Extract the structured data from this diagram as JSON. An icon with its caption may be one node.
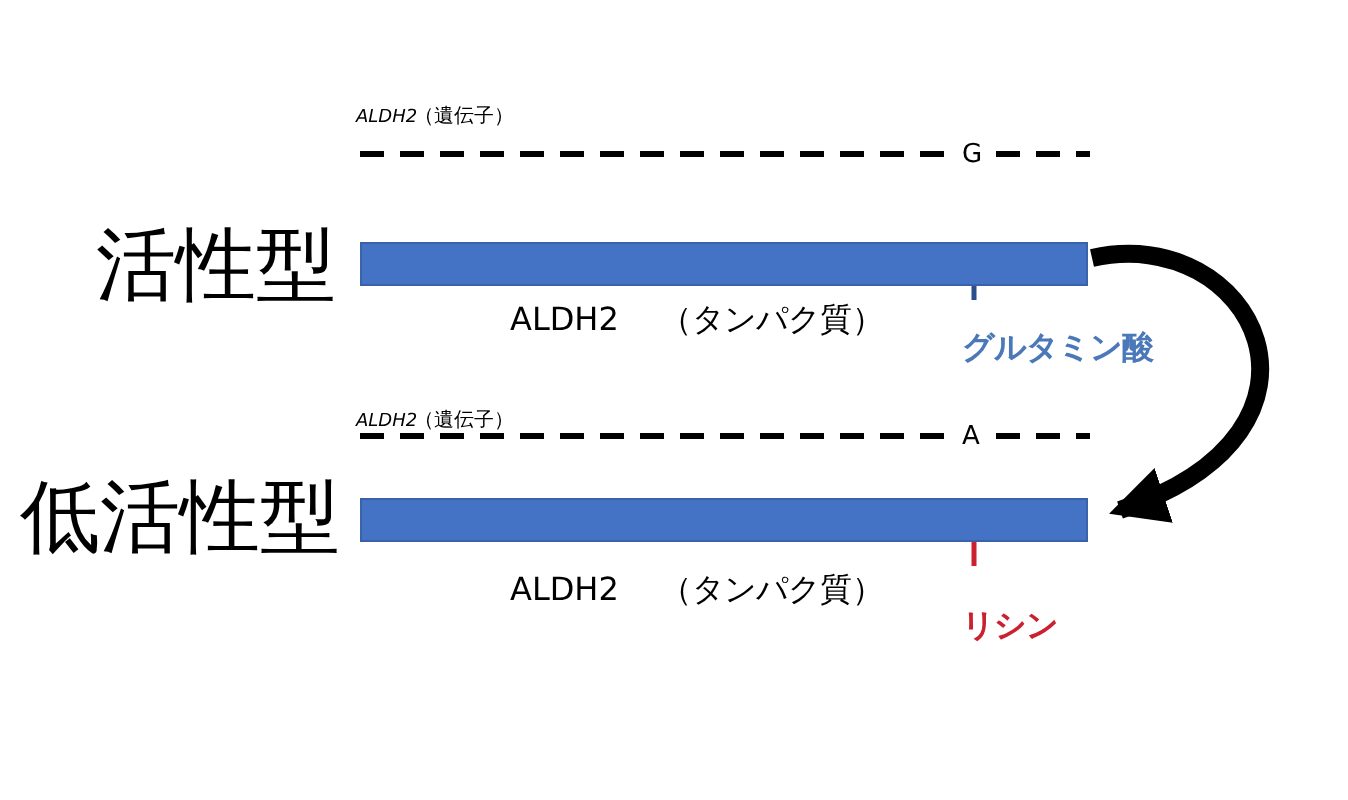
{
  "diagram": {
    "nodes": [
      {
        "text": [],
        "shape": "bar"
      },
      {
        "text": [],
        "shape": "bar"
      }
    ],
    "edges": [
      {
        "from": 0,
        "to": 1,
        "arrow": "to"
      }
    ],
    "labels": [
      "ALDH2",
      "（遺伝子）",
      "G",
      "活性型",
      "ALDH2",
      "（タンパク質）",
      "グルタミン酸",
      "ALDH2",
      "（遺伝子）",
      "A",
      "低活性型",
      "ALDH2",
      "（タンパク質）",
      "リシン"
    ]
  }
}
